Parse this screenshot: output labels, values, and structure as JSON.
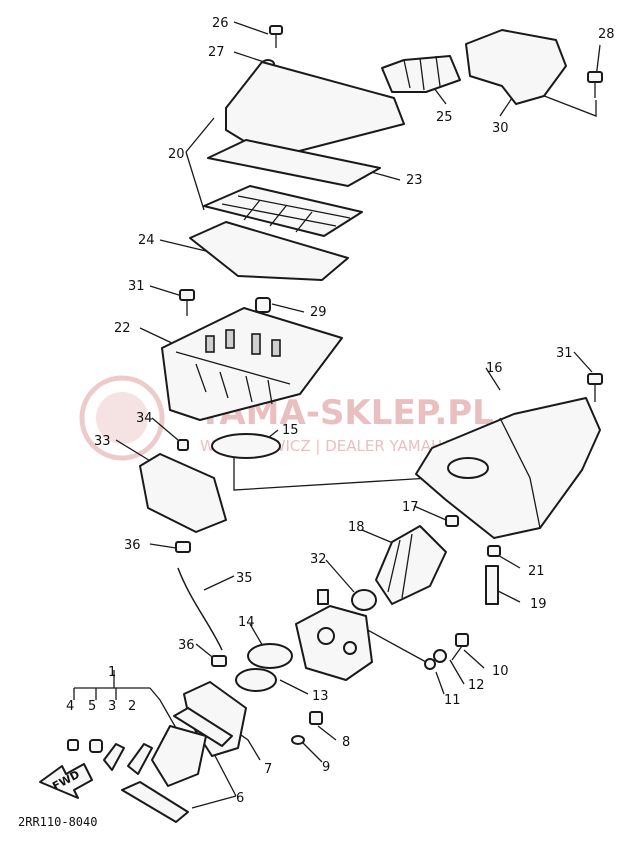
{
  "watermark": {
    "main_text": "YAMA-SKLEP.PL",
    "sub_text": "WALICHOWICZ | DEALER YAMAHA",
    "color": "#d98b8b"
  },
  "diagram_code": "2RR110-8040",
  "fwd_label": "FWD",
  "part_labels": [
    "26",
    "27",
    "28",
    "25",
    "30",
    "20",
    "23",
    "24",
    "31",
    "29",
    "22",
    "16",
    "31",
    "34",
    "15",
    "33",
    "17",
    "36",
    "18",
    "21",
    "32",
    "35",
    "19",
    "14",
    "36",
    "10",
    "12",
    "13",
    "11",
    "4",
    "5",
    "3",
    "2",
    "1",
    "8",
    "7",
    "9",
    "6"
  ]
}
